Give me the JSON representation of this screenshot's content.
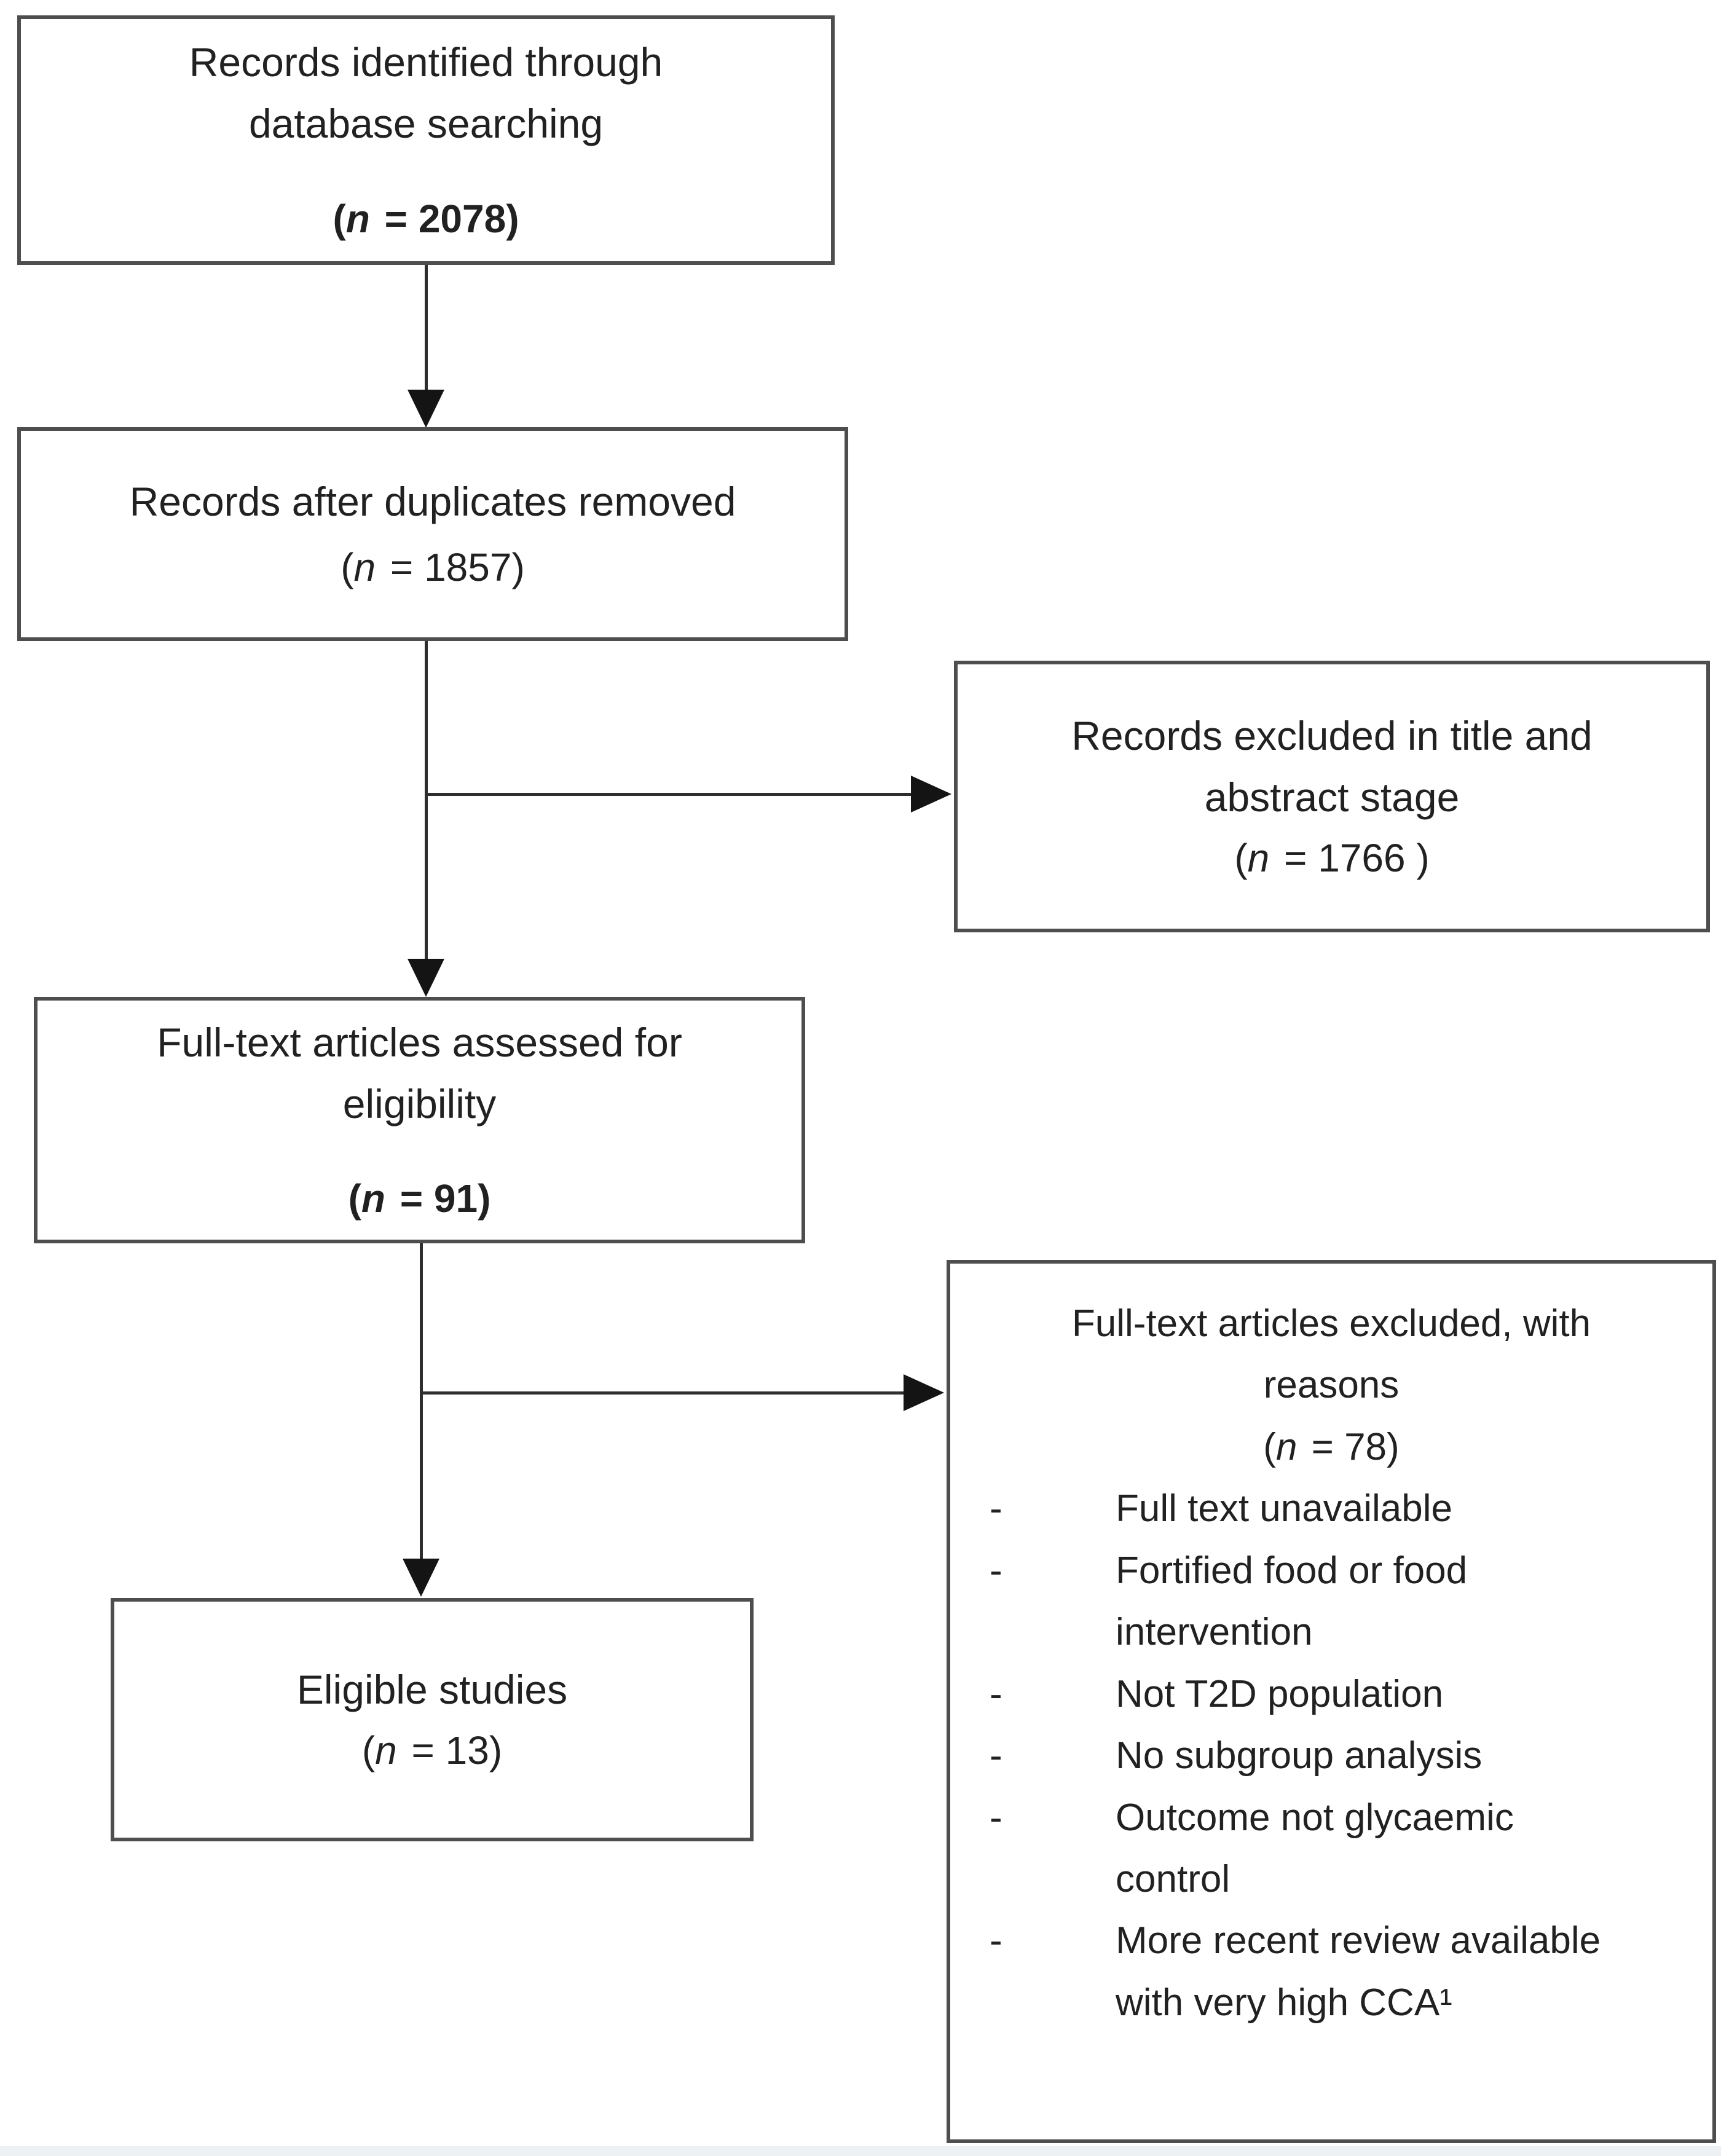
{
  "diagram": {
    "boxes": {
      "identified": {
        "line1": "Records identified through",
        "line2": "database searching",
        "count": {
          "open": "(",
          "var": "n",
          "rest": " = 2078)"
        }
      },
      "deduplicated": {
        "line1": "Records after duplicates removed",
        "count": {
          "open": "(",
          "var": "n",
          "rest": " = 1857)"
        }
      },
      "excluded_title_abstract": {
        "line1": "Records excluded in title and",
        "line2": "abstract stage",
        "count": {
          "open": "(",
          "var": "n",
          "rest": " =  1766 )"
        }
      },
      "fulltext_assessed": {
        "line1": "Full-text articles assessed for",
        "line2": "eligibility",
        "count": {
          "open": "(",
          "var": "n",
          "rest": " = 91)"
        }
      },
      "fulltext_excluded": {
        "line1": "Full-text articles excluded, with",
        "line2": "reasons",
        "count": {
          "open": "(",
          "var": "n",
          "rest": " = 78)"
        },
        "bullet": "-",
        "reasons": [
          "Full text unavailable",
          "Fortified food or food intervention",
          "Not T2D population",
          "No subgroup analysis",
          "Outcome not glycaemic control",
          "More recent review available with very high CCA¹"
        ]
      },
      "eligible": {
        "line1": "Eligible studies",
        "count": {
          "open": "(",
          "var": "n",
          "rest": " = 13)"
        }
      }
    },
    "colors": {
      "box_border": "#4e4e4e",
      "text": "#212121",
      "connector_line": "#2e2e2e",
      "arrowhead": "#141414",
      "footer_strip": "#eef1f4"
    }
  }
}
